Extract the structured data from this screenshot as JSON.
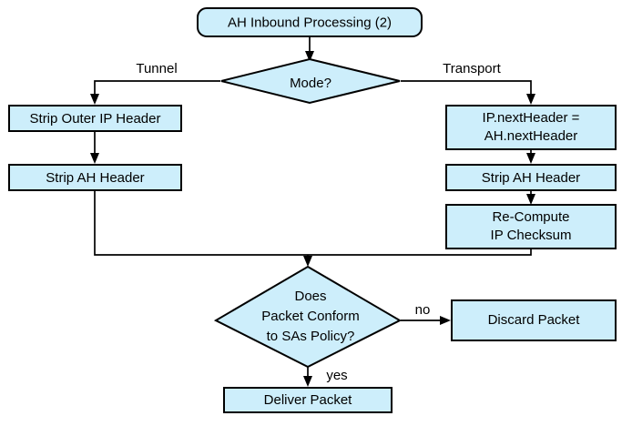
{
  "diagram": {
    "title": "AH Inbound Processing (2)",
    "colors": {
      "node_fill": "#cdeefb",
      "node_stroke": "#000000",
      "background": "#ffffff",
      "text": "#000000"
    },
    "nodes": {
      "start": {
        "label": "AH Inbound Processing (2)",
        "shape": "rounded-rectangle"
      },
      "mode_decision": {
        "label": "Mode?",
        "shape": "diamond"
      },
      "strip_outer_ip_header": {
        "label": "Strip Outer IP Header",
        "shape": "rectangle"
      },
      "strip_ah_header_tunnel": {
        "label": "Strip AH Header",
        "shape": "rectangle"
      },
      "next_header_assign": {
        "label_line1": "IP.nextHeader =",
        "label_line2": "AH.nextHeader",
        "shape": "rectangle"
      },
      "strip_ah_header_transport": {
        "label": "Strip AH Header",
        "shape": "rectangle"
      },
      "recompute_checksum": {
        "label_line1": "Re-Compute",
        "label_line2": "IP Checksum",
        "shape": "rectangle"
      },
      "policy_decision": {
        "label_line1": "Does",
        "label_line2": "Packet Conform",
        "label_line3": "to SAs Policy?",
        "shape": "diamond"
      },
      "discard_packet": {
        "label": "Discard Packet",
        "shape": "rectangle"
      },
      "deliver_packet": {
        "label": "Deliver Packet",
        "shape": "rectangle"
      }
    },
    "edge_labels": {
      "tunnel": "Tunnel",
      "transport": "Transport",
      "no": "no",
      "yes": "yes"
    }
  }
}
